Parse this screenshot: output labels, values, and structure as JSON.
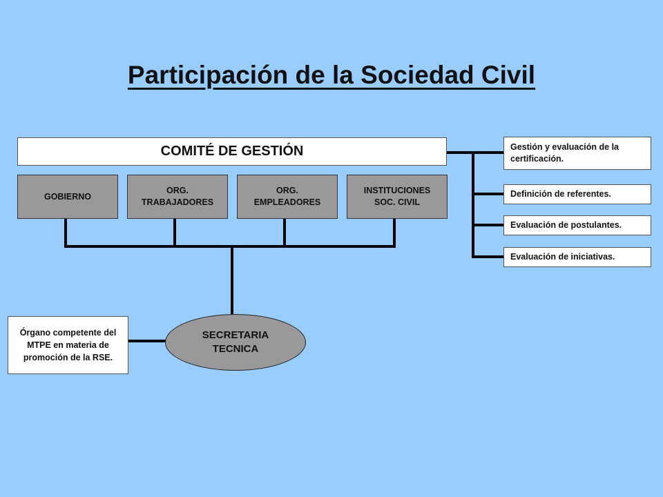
{
  "title": "Participación de la Sociedad Civil",
  "comite": "COMITÉ DE GESTIÓN",
  "members": [
    {
      "line1": "GOBIERNO",
      "line2": ""
    },
    {
      "line1": "ORG.",
      "line2": "TRABAJADORES"
    },
    {
      "line1": "ORG.",
      "line2": "EMPLEADORES"
    },
    {
      "line1": "INSTITUCIONES",
      "line2": "SOC. CIVIL"
    }
  ],
  "tasks": [
    "Gestión y evaluación de la certificación.",
    "Definición de referentes.",
    "Evaluación de postulantes.",
    "Evaluación de iniciativas."
  ],
  "secretaria": {
    "line1": "SECRETARIA",
    "line2": "TECNICA"
  },
  "organo": "Órgano competente del MTPE en materia de promoción de la RSE.",
  "colors": {
    "background": "#99ccff",
    "box_gray": "#999999",
    "box_white": "#ffffff",
    "line": "#000000"
  }
}
